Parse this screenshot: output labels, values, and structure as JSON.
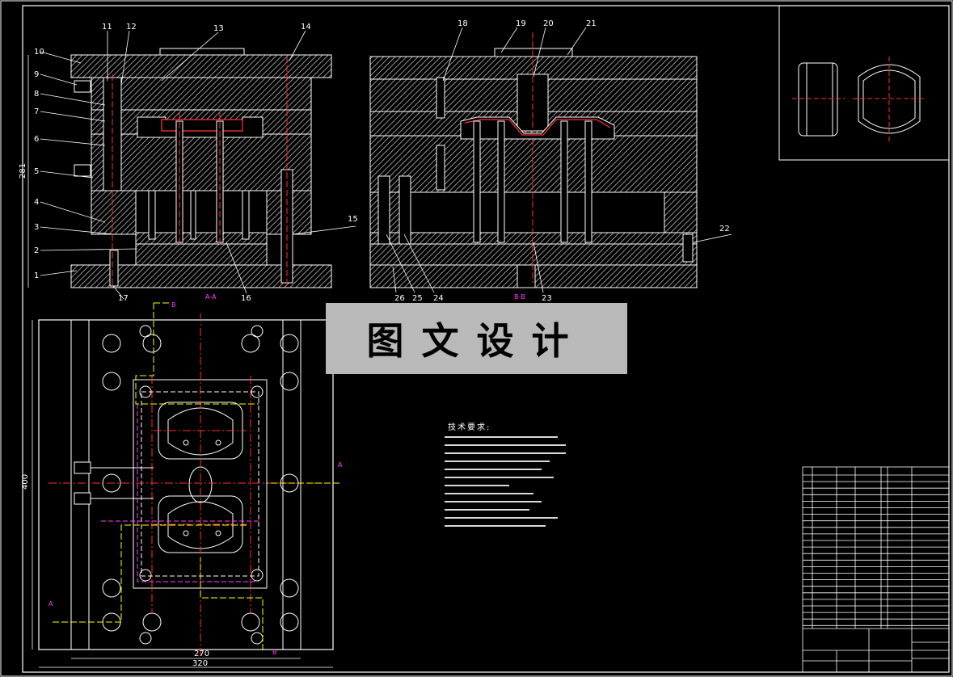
{
  "watermark": "图文设计",
  "section_labels": {
    "aa": "A-A",
    "bb": "B-B"
  },
  "part_numbers": [
    "1",
    "2",
    "3",
    "4",
    "5",
    "6",
    "7",
    "8",
    "9",
    "10",
    "11",
    "12",
    "13",
    "14",
    "15",
    "16",
    "17",
    "18",
    "19",
    "20",
    "21",
    "22",
    "23",
    "24",
    "25",
    "26"
  ],
  "dimensions": {
    "height_top": "281",
    "plan_height": "400",
    "plan_width_inner": "270",
    "plan_width_outer": "320"
  },
  "section_marks": {
    "a": "A",
    "b": "B"
  },
  "tech_requirements_title": "技术要求:",
  "tech_requirements_lines": 12,
  "colors": {
    "background": "#000000",
    "lines": "#ffffff",
    "centerline": "#ff3030",
    "section_mark": "#ffff00",
    "label": "#ff40ff",
    "cooling": "#ffff00"
  }
}
